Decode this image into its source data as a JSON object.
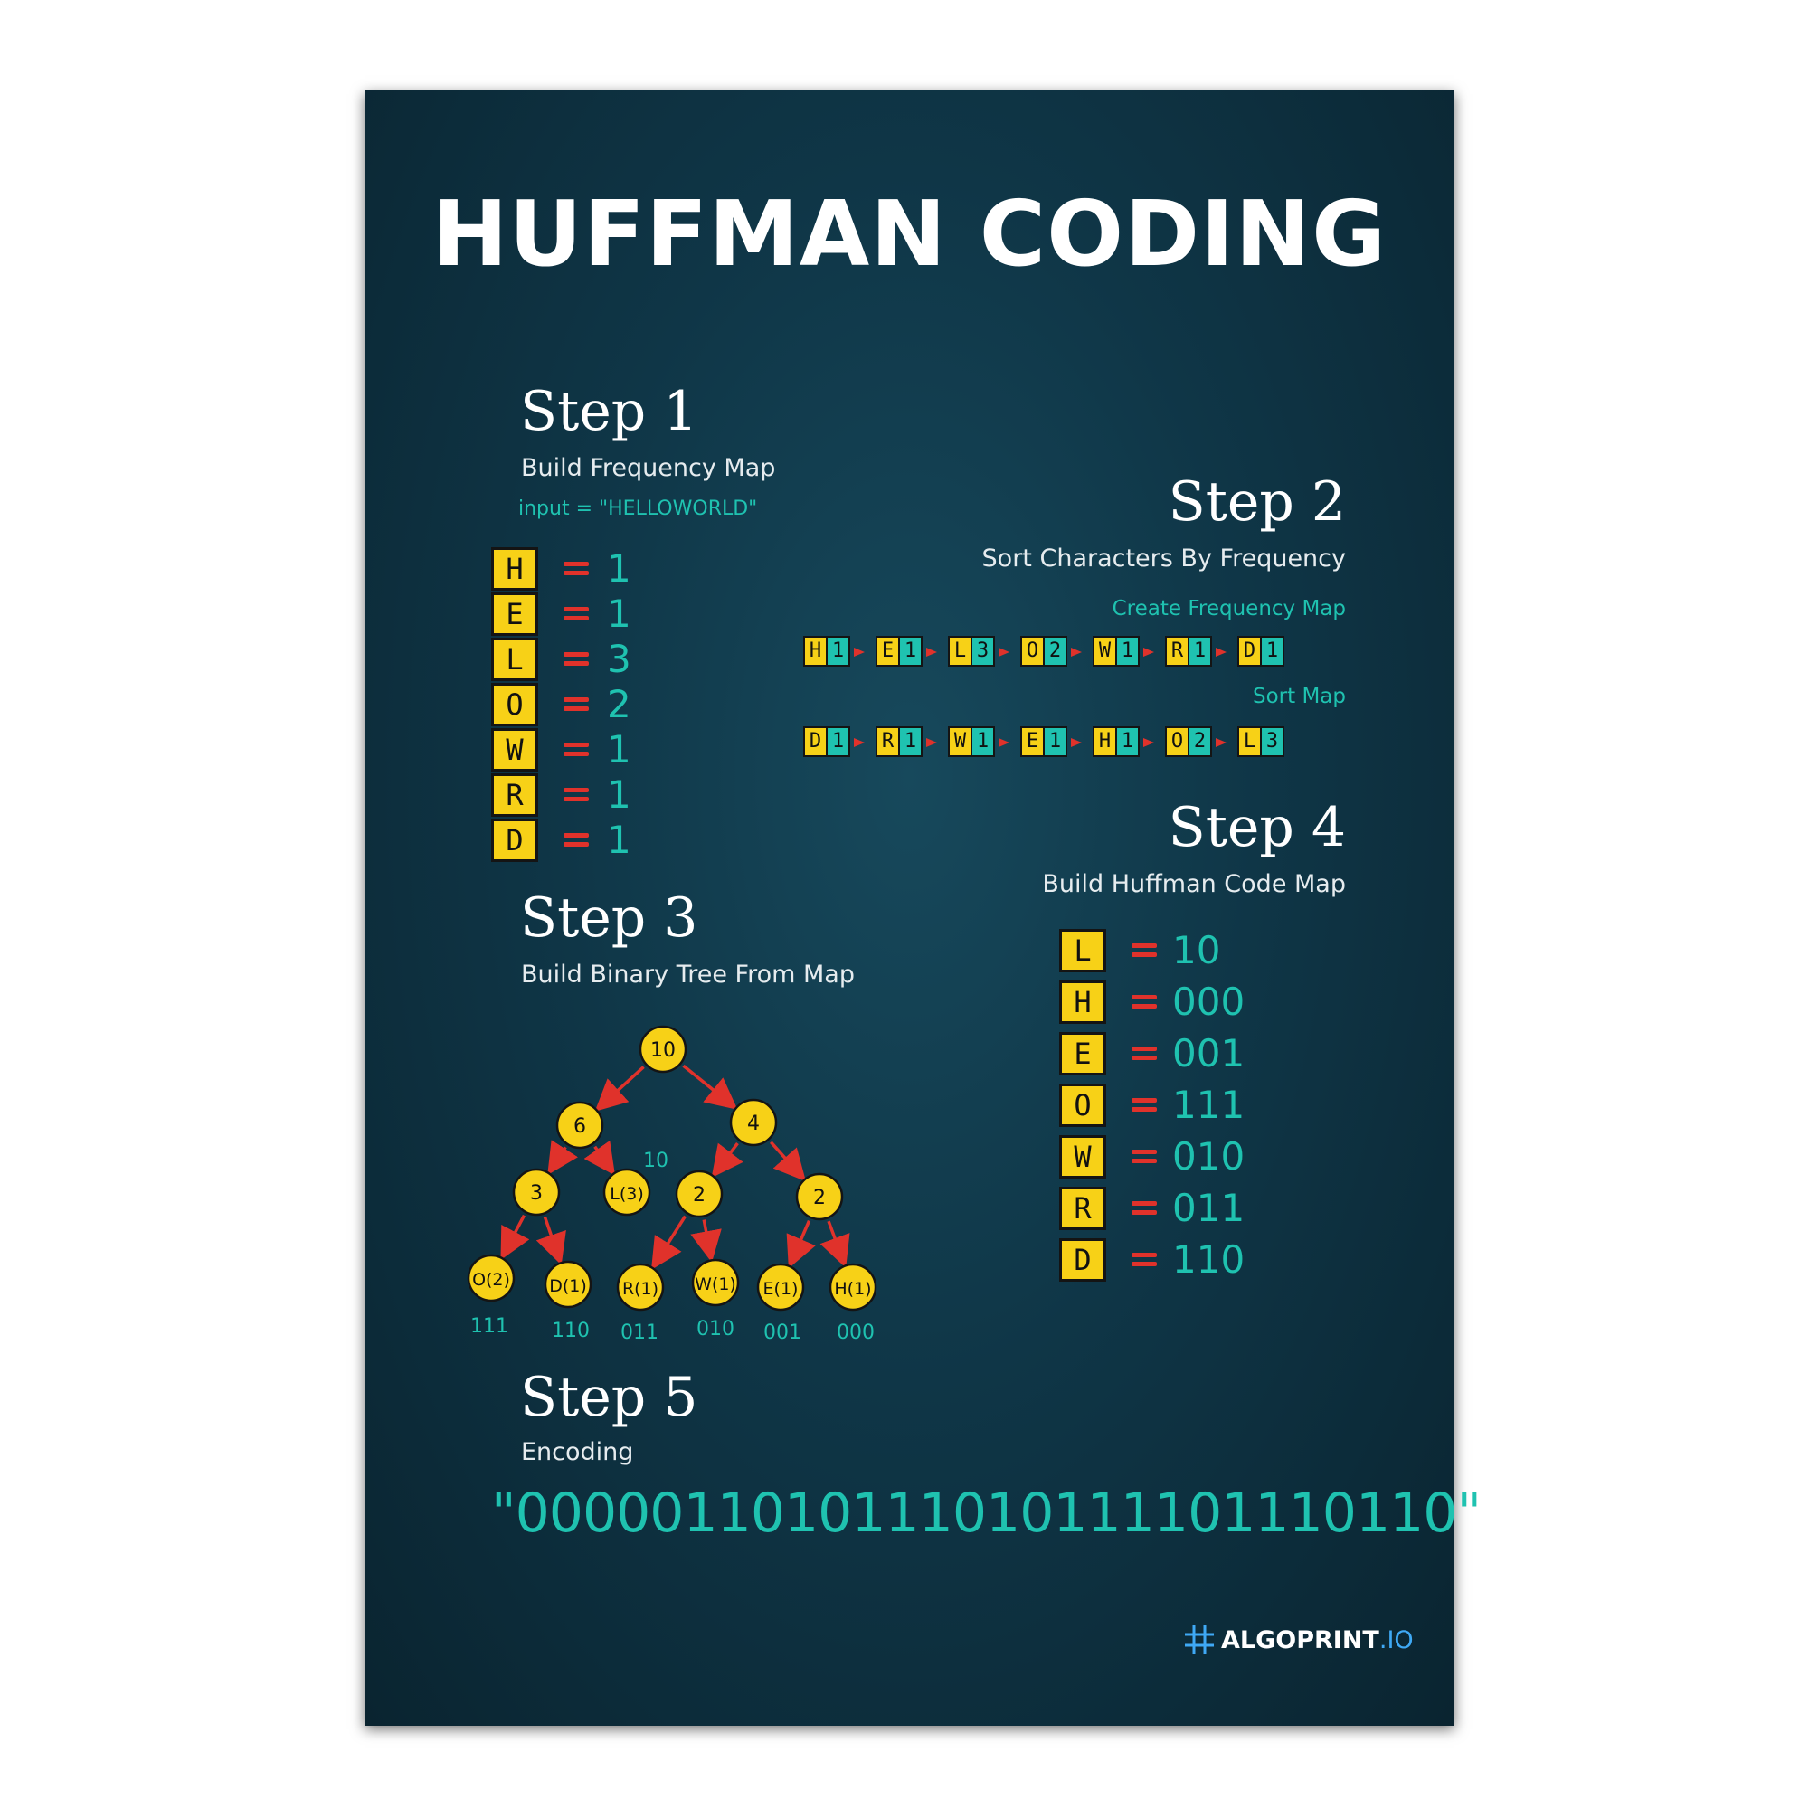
{
  "title": "HUFFMAN CODING",
  "step1": {
    "title": "Step 1",
    "subtitle": "Build Frequency Map",
    "input": "input = \"HELLOWORLD\"",
    "rows": [
      {
        "char": "H",
        "count": "1"
      },
      {
        "char": "E",
        "count": "1"
      },
      {
        "char": "L",
        "count": "3"
      },
      {
        "char": "O",
        "count": "2"
      },
      {
        "char": "W",
        "count": "1"
      },
      {
        "char": "R",
        "count": "1"
      },
      {
        "char": "D",
        "count": "1"
      }
    ]
  },
  "step2": {
    "title": "Step 2",
    "subtitle": "Sort Characters By Frequency",
    "create_label": "Create Frequency Map",
    "create_map": [
      {
        "char": "H",
        "count": "1"
      },
      {
        "char": "E",
        "count": "1"
      },
      {
        "char": "L",
        "count": "3"
      },
      {
        "char": "O",
        "count": "2"
      },
      {
        "char": "W",
        "count": "1"
      },
      {
        "char": "R",
        "count": "1"
      },
      {
        "char": "D",
        "count": "1"
      }
    ],
    "sort_label": "Sort Map",
    "sorted_map": [
      {
        "char": "D",
        "count": "1"
      },
      {
        "char": "R",
        "count": "1"
      },
      {
        "char": "W",
        "count": "1"
      },
      {
        "char": "E",
        "count": "1"
      },
      {
        "char": "H",
        "count": "1"
      },
      {
        "char": "O",
        "count": "2"
      },
      {
        "char": "L",
        "count": "3"
      }
    ]
  },
  "step3": {
    "title": "Step 3",
    "subtitle": "Build Binary Tree From Map",
    "nodes": {
      "root": "10",
      "n6": "6",
      "n4": "4",
      "n3": "3",
      "l3": "L(3)",
      "n2a": "2",
      "n2b": "2",
      "o2": "O(2)",
      "d1": "D(1)",
      "r1": "R(1)",
      "w1": "W(1)",
      "e1": "E(1)",
      "h1": "H(1)"
    },
    "codes": {
      "l3": "10",
      "o2": "111",
      "d1": "110",
      "r1": "011",
      "w1": "010",
      "e1": "001",
      "h1": "000"
    }
  },
  "step4": {
    "title": "Step 4",
    "subtitle": "Build Huffman Code Map",
    "rows": [
      {
        "char": "L",
        "code": "10"
      },
      {
        "char": "H",
        "code": "000"
      },
      {
        "char": "E",
        "code": "001"
      },
      {
        "char": "O",
        "code": "111"
      },
      {
        "char": "W",
        "code": "010"
      },
      {
        "char": "R",
        "code": "011"
      },
      {
        "char": "D",
        "code": "110"
      }
    ]
  },
  "step5": {
    "title": "Step 5",
    "subtitle": "Encoding",
    "encoded": "\"0000011010111010111101110110\""
  },
  "brand": {
    "name": "ALGOPRINT",
    "suffix": ".IO"
  },
  "colors": {
    "background": "#0f3647",
    "yellow": "#f7d117",
    "teal": "#1fc2b0",
    "red": "#e0322b",
    "text": "#ffffff"
  }
}
